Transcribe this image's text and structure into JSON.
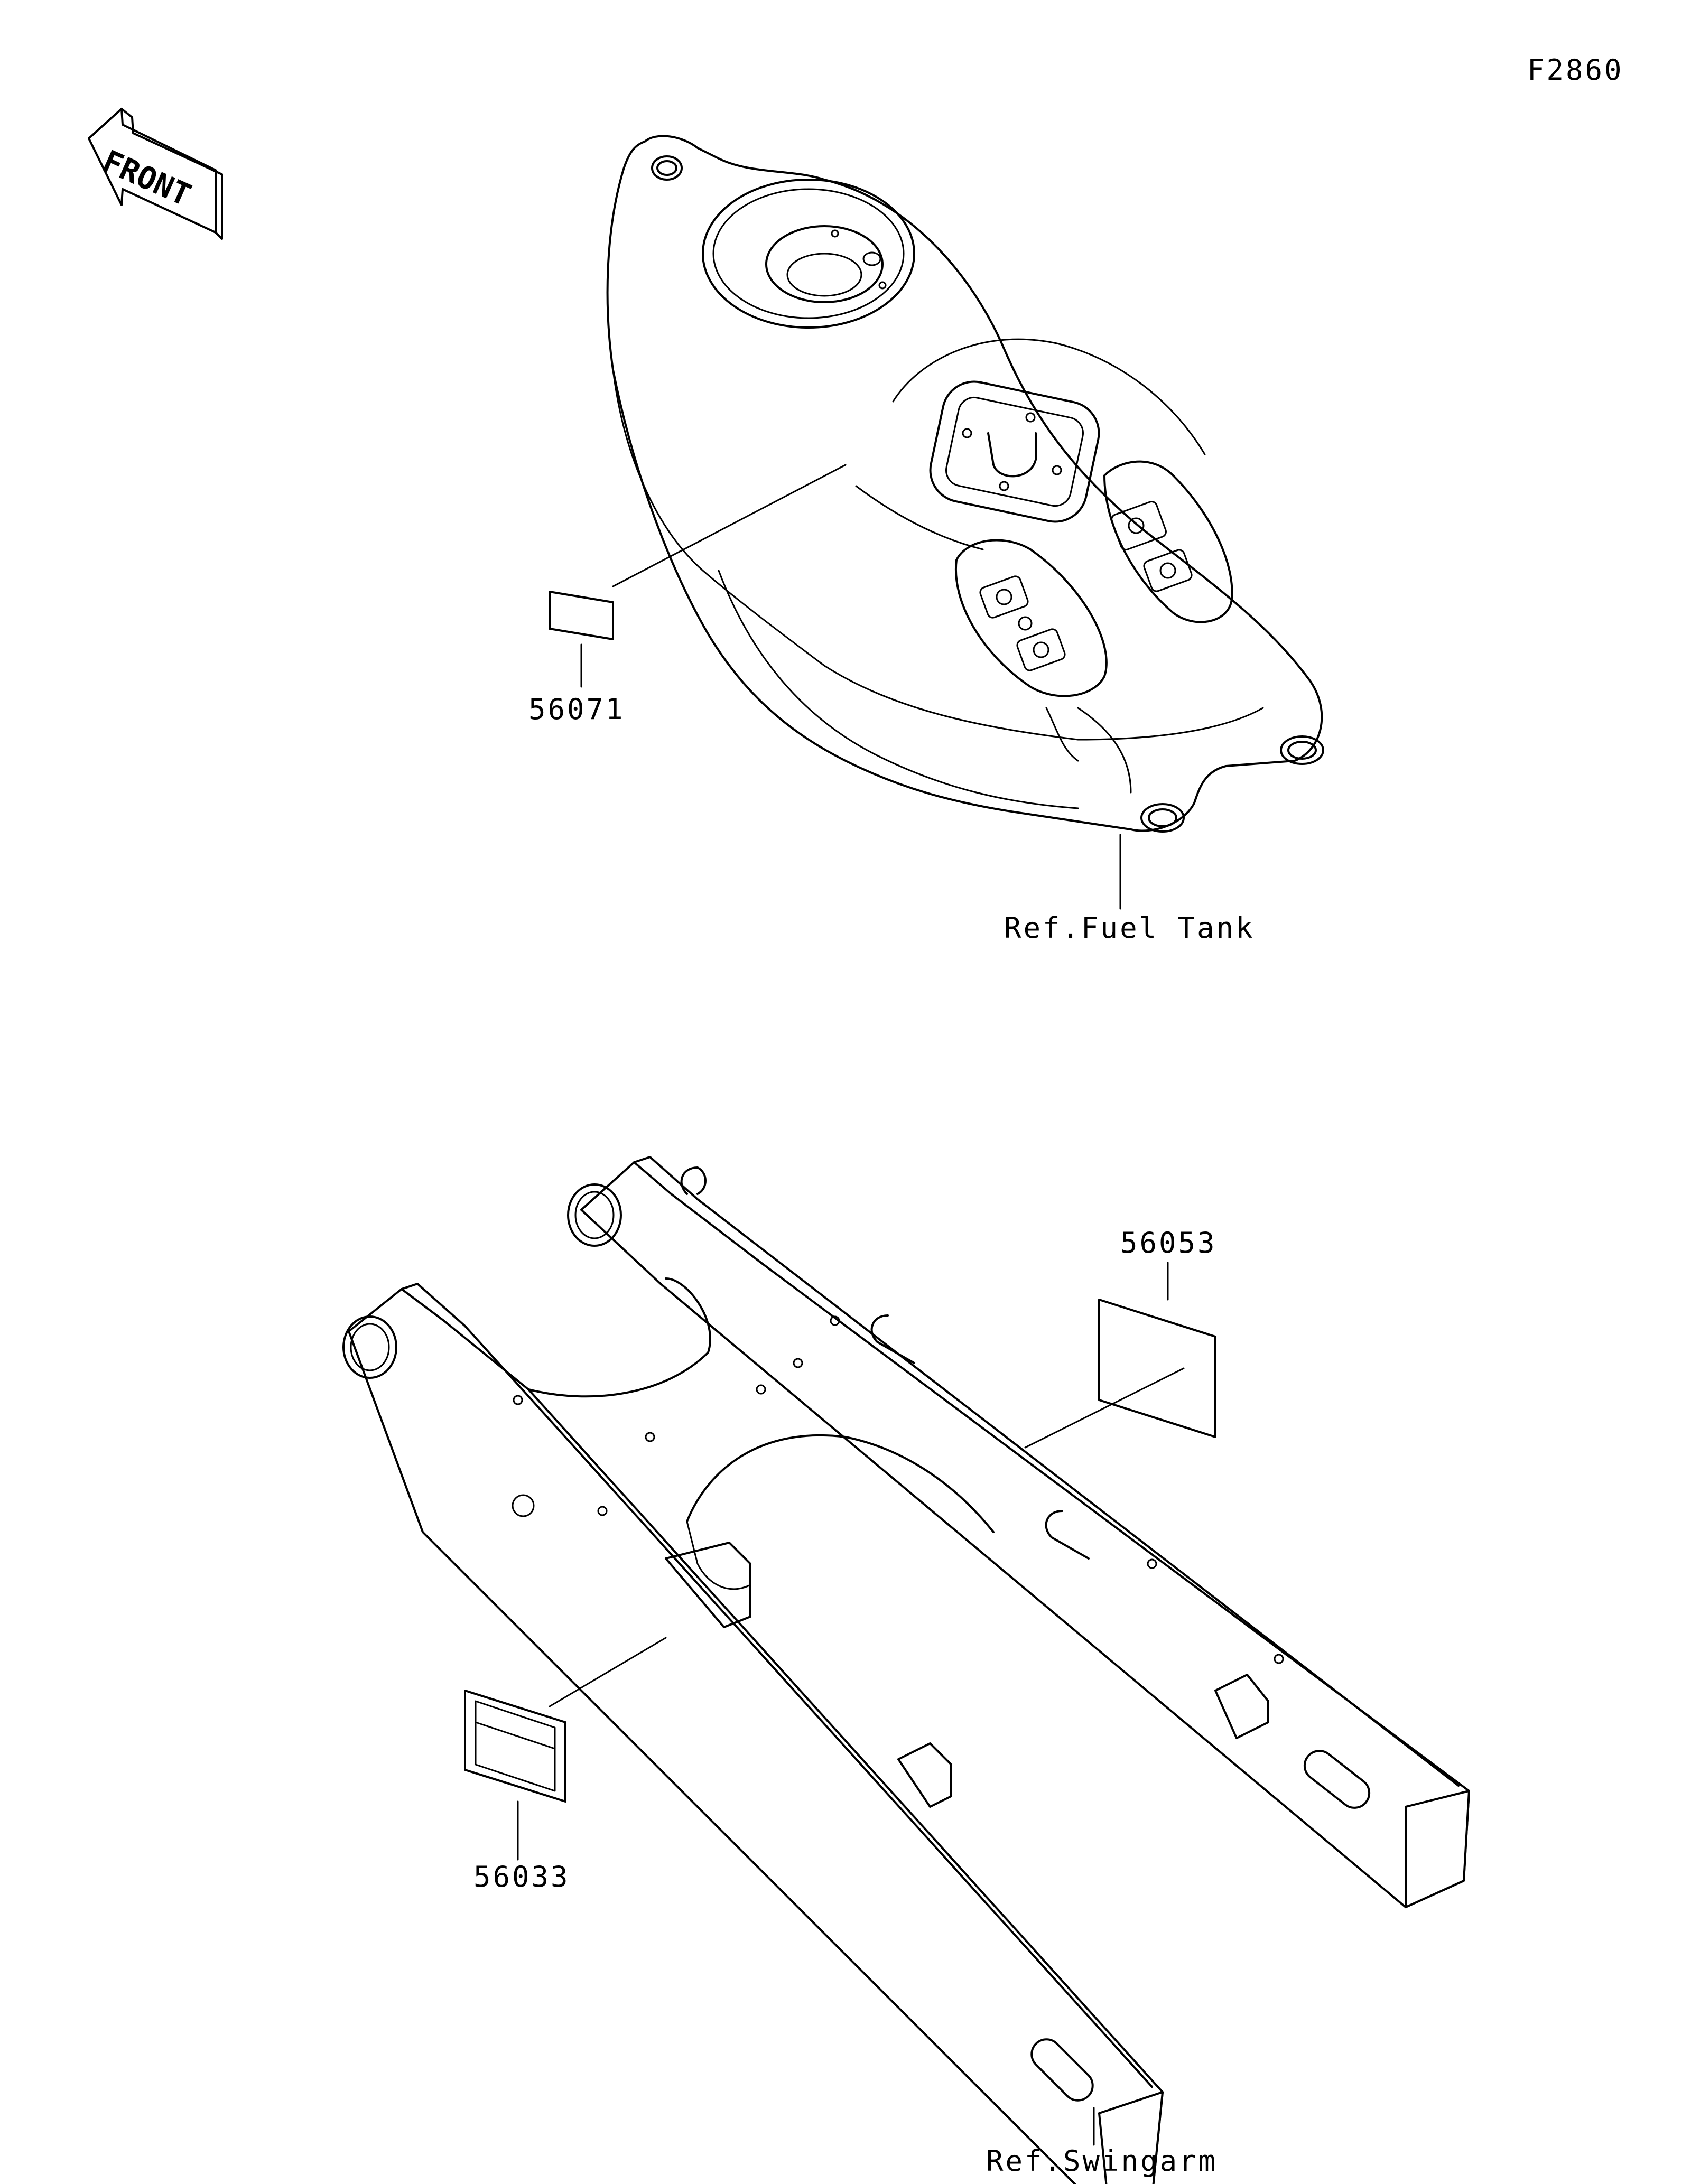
{
  "diagram": {
    "figure_code": "F2860",
    "front_marker": "FRONT",
    "parts": [
      {
        "part_number": "56071"
      },
      {
        "part_number": "56053"
      },
      {
        "part_number": "56033"
      }
    ],
    "references": [
      {
        "label": "Ref.Fuel Tank"
      },
      {
        "label": "Ref.Swingarm"
      }
    ],
    "colors": {
      "line": "#000000",
      "background": "#ffffff"
    }
  }
}
